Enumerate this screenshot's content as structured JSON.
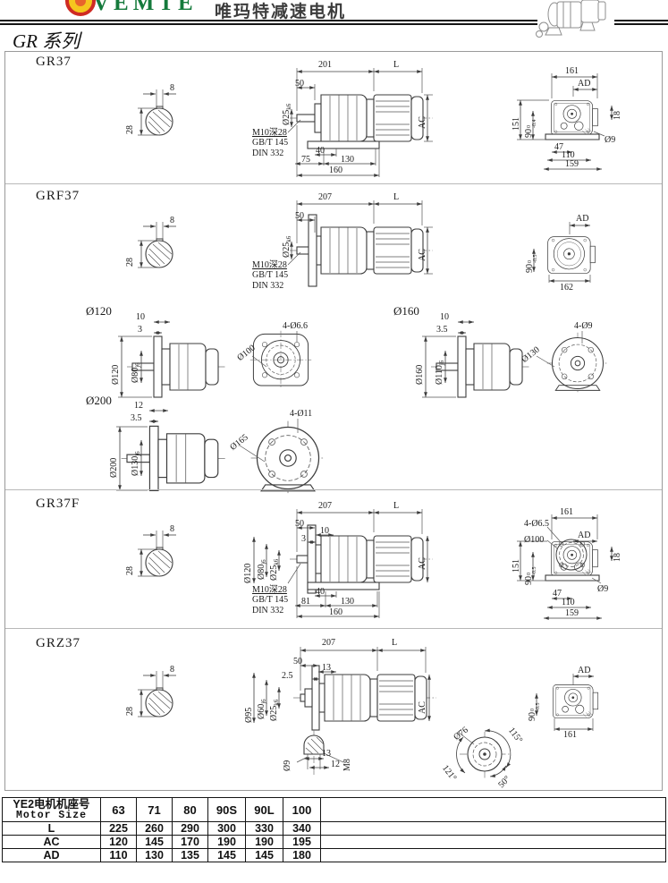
{
  "header": {
    "brand": "VEMTE",
    "brand_cn": "唯玛特减速电机",
    "series": "GR 系列"
  },
  "gr37": {
    "title": "GR37",
    "shaft_w": "8",
    "shaft_h": "28",
    "side": {
      "len": "201",
      "motor_len": "L",
      "shaft_len": "50",
      "shaft_dia": "Ø25",
      "shaft_tol": "k6",
      "tap": "M10深28",
      "std1": "GB/T 145",
      "std2": "DIN 332",
      "d40": "40",
      "d75": "75",
      "d130": "130",
      "d160": "160",
      "motor_h": "AC"
    },
    "rear": {
      "w": "161",
      "ad": "AD",
      "h": "151",
      "h2": "90",
      "h2sup": "0",
      "h2sub": "-0.4",
      "d18": "18",
      "hole": "Ø9",
      "d47": "47",
      "d110": "110",
      "d159": "159"
    }
  },
  "grf37": {
    "title": "GRF37",
    "shaft_w": "8",
    "shaft_h": "28",
    "side": {
      "len": "207",
      "motor_len": "L",
      "shaft_len": "50",
      "shaft_dia": "Ø25",
      "shaft_tol": "k6",
      "tap": "M10深28",
      "std1": "GB/T 145",
      "std2": "DIN 332",
      "motor_h": "AC"
    },
    "rear": {
      "ad": "AD",
      "h2": "90",
      "h2sup": "0",
      "h2sub": "-0.5",
      "w": "162"
    }
  },
  "flanges": [
    {
      "title": "Ø120",
      "t1": "10",
      "t2": "3",
      "od": "Ø120",
      "hub": "Ø80",
      "hub_tol": "j6",
      "bolt_circle": "Ø100",
      "holes": "4-Ø6.6"
    },
    {
      "title": "Ø160",
      "t1": "10",
      "t2": "3.5",
      "od": "Ø160",
      "hub": "Ø110",
      "hub_tol": "j6",
      "bolt_circle": "Ø130",
      "holes": "4-Ø9"
    },
    {
      "title": "Ø200",
      "t1": "12",
      "t2": "3.5",
      "od": "Ø200",
      "hub": "Ø130",
      "hub_tol": "j6",
      "bolt_circle": "Ø165",
      "holes": "4-Ø11"
    }
  ],
  "gr37f": {
    "title": "GR37F",
    "shaft_w": "8",
    "shaft_h": "28",
    "side": {
      "len": "207",
      "motor_len": "L",
      "shaft_len": "50",
      "t1": "10",
      "t2": "3",
      "flange_od": "Ø120",
      "hub": "Ø80",
      "hub_tol": "j6",
      "shaft_dia": "Ø25",
      "shaft_tol": "k6",
      "tap": "M10深28",
      "std1": "GB/T 145",
      "std2": "DIN 332",
      "d40": "40",
      "d81": "81",
      "d130": "130",
      "d160": "160",
      "motor_h": "AC"
    },
    "rear": {
      "w": "161",
      "holes": "4-Ø6.5",
      "bolt_circle": "Ø100",
      "ad": "AD",
      "h": "151",
      "h2": "90",
      "h2sup": "0",
      "h2sub": "-0.5",
      "d18": "18",
      "hole": "Ø9",
      "d47": "47",
      "d110": "110",
      "d159": "159"
    }
  },
  "grz37": {
    "title": "GRZ37",
    "shaft_w": "8",
    "shaft_h": "28",
    "side": {
      "len": "207",
      "motor_len": "L",
      "shaft_len": "50",
      "d13": "13",
      "d25": "2.5",
      "od": "Ø95",
      "hub": "Ø60",
      "hub_tol": "j6",
      "shaft_dia": "Ø25",
      "shaft_tol": "k6",
      "motor_h": "AC"
    },
    "key": {
      "dia": "Ø9",
      "d13": "13",
      "d12": "12",
      "tap": "M8"
    },
    "hub_face": {
      "bolt_circle": "Ø76",
      "a1": "115°",
      "a2": "121°",
      "a3": "50°"
    },
    "rear": {
      "ad": "AD",
      "h2": "90",
      "h2sup": "0",
      "h2sub": "-0.5",
      "w": "161"
    }
  },
  "table": {
    "header_cn": "YE2电机机座号",
    "header_en": "Motor Size",
    "sizes": [
      "63",
      "71",
      "80",
      "90S",
      "90L",
      "100"
    ],
    "rows": [
      {
        "label": "L",
        "values": [
          "225",
          "260",
          "290",
          "300",
          "330",
          "340"
        ]
      },
      {
        "label": "AC",
        "values": [
          "120",
          "145",
          "170",
          "190",
          "190",
          "195"
        ]
      },
      {
        "label": "AD",
        "values": [
          "110",
          "130",
          "135",
          "145",
          "145",
          "180"
        ]
      }
    ]
  }
}
